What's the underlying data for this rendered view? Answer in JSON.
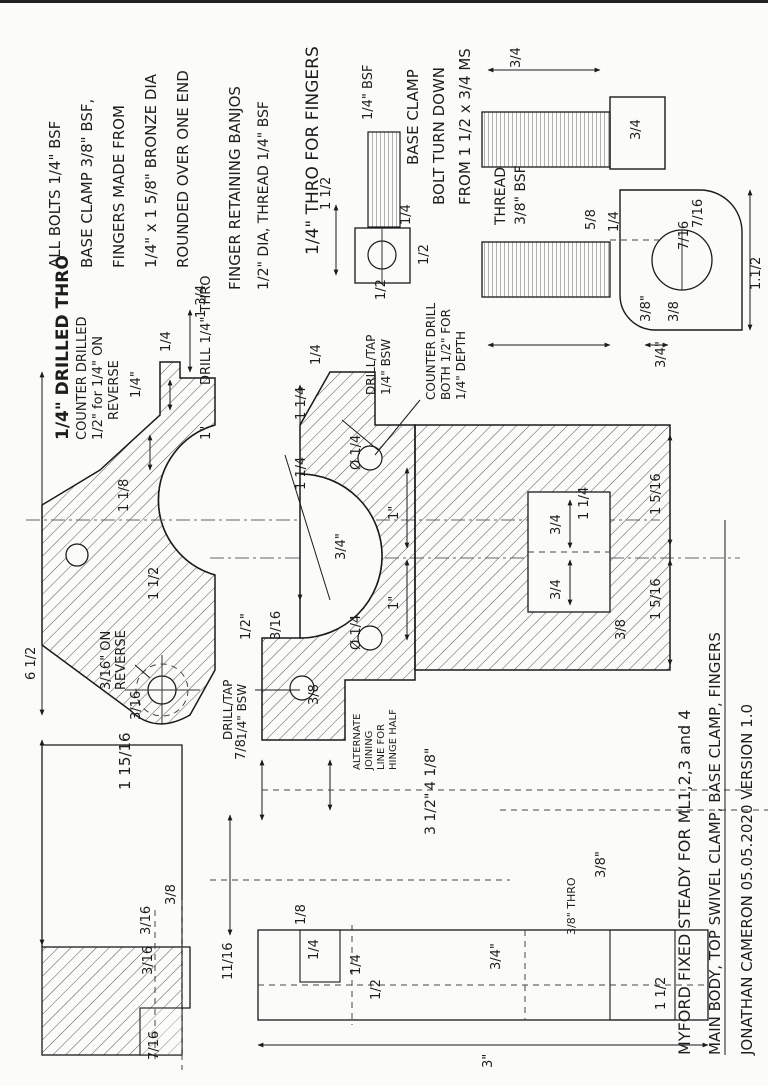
{
  "colors": {
    "ink": "#1a1a1a",
    "paper": "#fbfbf9",
    "hatch": "#555555"
  },
  "notes": {
    "bolts": "ALL BOLTS 1/4\" BSF",
    "base_clamp": "BASE CLAMP 3/8\" BSF,",
    "fingers_made": "FINGERS MADE FROM",
    "fingers_stock": "1/4\" x 1 5/8\" BRONZE DIA",
    "rounded": "ROUNDED OVER ONE END",
    "banjos_title": "FINGER RETAINING BANJOS",
    "banjos_spec": "1/2\" DIA, THREAD 1/4\" BSF",
    "thro_fingers": "1/4\" THRO FOR FINGERS",
    "bsf_quarter": "1/4\" BSF",
    "clamp_title": "BASE CLAMP",
    "clamp_bolt": "BOLT TURN DOWN",
    "clamp_from": "FROM 1 1/2 x 3/4 MS",
    "thread": "THREAD",
    "thread_bsf": "3/8\" BSF"
  },
  "callouts": {
    "drilled_thro": "1/4\" DRILLED THRO",
    "counter_drilled": "COUNTER DRILLED",
    "counter_depth": "1/2\" for 1/4\" ON",
    "reverse": "REVERSE",
    "drill_thro": "DRILL 1/4\" THRO",
    "on_reverse_a": "3/16\" ON",
    "on_reverse_b": "REVERSE",
    "drill_tap_a": "DRILL/TAP",
    "drill_tap_b": "1/4\" BSW",
    "drill_tap2_a": "DRILL/TAP",
    "drill_tap2_b": "1/4\" BSW",
    "counter_drill_a": "COUNTER DRILL",
    "counter_drill_b": "BOTH 1/2\" FOR",
    "counter_drill_c": "1/4\" DEPTH",
    "alternate_a": "ALTERNATE",
    "alternate_b": "JOINING",
    "alternate_c": "LINE FOR",
    "alternate_d": "HINGE HALF"
  },
  "dimensions": {
    "d_6_5": "6 1/2",
    "d_1_3_4": "1 3/4",
    "d_1_4_top": "1/4",
    "d_1_4_b": "1/4\"",
    "d_1_in": "1\"",
    "d_1_1_8": "1 1/8",
    "d_1_1_2": "1 1/2",
    "d_3_16": "3/16",
    "d_1_15_16": "1 15/16",
    "d_3_16b": "3/16",
    "d_3_8a": "3/8",
    "d_3_16c": "3/16",
    "d_11_16": "11/16",
    "d_7_16": "7/16",
    "d_1_4_c": "1/4",
    "d_1_1_4a": "1 1/4",
    "d_1_1_4b": "1 1/4",
    "d_3_4a": "3/4\"",
    "d_1a": "1\"",
    "d_1b": "1\"",
    "d_1_2a": "1/2\"",
    "d_3_16d": "3/16",
    "d_dia_1_4a": "Ø 1/4",
    "d_dia_1_4b": "Ø 1/4",
    "d_5_8": "3/8",
    "d_7_8": "7/8",
    "d_3_1_2": "3 1/2\"",
    "d_4_1_8": "4 1/8\"",
    "d_3_8b": "3/8\"",
    "d_3_8c": "3/8\" THRO",
    "d_3_4b": "3/4\"",
    "d_3_4c": "3/4",
    "d_1_1_4c": "1 1/4",
    "d_3_4d": "3/4",
    "d_1_5_16a": "1 5/16",
    "d_1_5_16b": "1 5/16",
    "d_3_8d": "3/8",
    "d_1_1_2b": "1 1/2",
    "d_3_in": "3\"",
    "d_1_8": "1/8",
    "d_1_4_d": "1/4",
    "d_1_2_b": "1/2",
    "d_1_4_e": "1/4",
    "d_1_2b": "1/2",
    "d_1_2c": "1/2",
    "d_1_1_2c": "1 1/2",
    "d_1_4_f": "1/4",
    "d_1_4_g": "1/4",
    "d_3_4_e": "3/4",
    "d_3_4_f": "3/4\"",
    "d_5_8b": "5/8",
    "d_1_4_h": "1/4",
    "d_7_16b": "7/16",
    "d_7_16c": "7/16",
    "d_3_8_e": "3/8\"",
    "d_3_8_f": "3/8",
    "d_3_4_g": "3/4",
    "d_1_1_2d": "1.1/2"
  },
  "title_block": {
    "line1": "MYFORD FIXED STEADY FOR ML1,2,3 and 4",
    "line2": "MAIN BODY, TOP SWIVEL CLAMP, BASE CLAMP, FINGERS",
    "line3": "JONATHAN CAMERON   05.05.2020   VERSION 1.0"
  }
}
